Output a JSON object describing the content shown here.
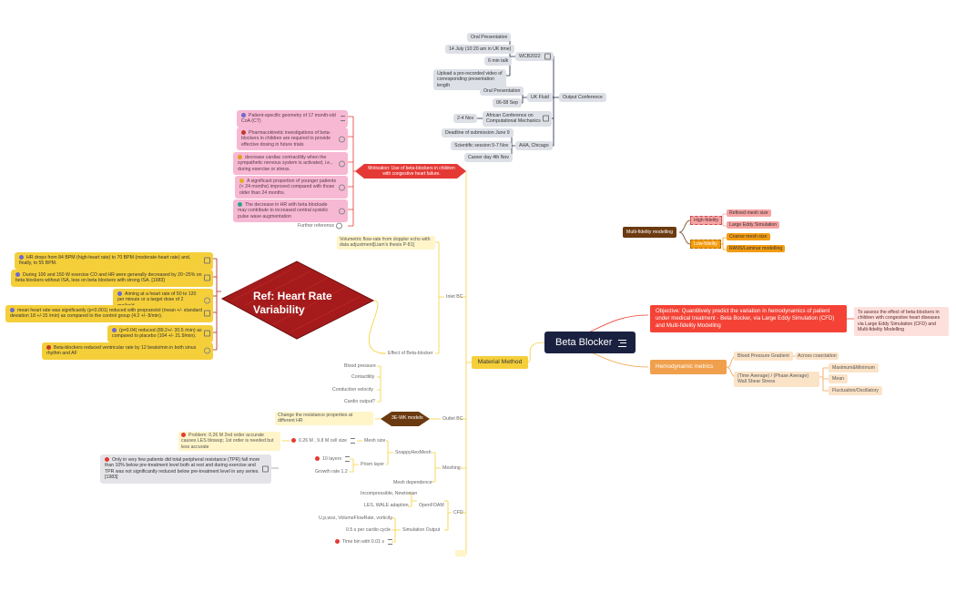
{
  "central": {
    "title": "Beta Blocker"
  },
  "output_conference": {
    "label": "Output Conference",
    "wcb": {
      "label": "WCB2022",
      "items": [
        "Oral Presentation",
        "14 July (10:20 am in UK time)",
        "6 min talk",
        "Upload a pre-recorded video of corresponding presentation length"
      ]
    },
    "uk_fluid": {
      "label": "UK Fluid",
      "items": [
        "Oral Presentation",
        "06-08 Sep"
      ]
    },
    "african": {
      "label": "African Conference on Computational Mechanics",
      "date": "2-4 Nov"
    },
    "aha": {
      "label": "AHA, Chicago",
      "items": [
        "Deadline of submission June 9",
        "Scientific session 5-7 Nov",
        "Career day 4th Nov"
      ]
    }
  },
  "multi_fidelity": {
    "label": "Multi-fidelity modelling",
    "high": {
      "label": "High-fidelity",
      "items": [
        "Refined mesh size",
        "Large Eddy Simulation"
      ]
    },
    "low": {
      "label": "Low-fidelity",
      "items": [
        "Coarse mesh size",
        "RANS/Laminar modelling"
      ]
    }
  },
  "objective": {
    "label": "Objective: Quantitively predict the variation in hemodynamics of patient under medical treatment - Beta Bocker, via Large Eddy Simulation (CFD) and Multi-fidelity Modelling",
    "detail": "To assess the effect of beta-blockers in children with congestive heart diseases via Large Eddy Simulation (CFD) and Multi-fidelity Modelling"
  },
  "hemodynamic": {
    "label": "Hemodynamic metrics",
    "bpg": "Blood Pressure Gradient",
    "bpg_child": "Across coarctation",
    "wss": "(Time Average) / (Phase Average) Wall Shear Stress",
    "wss_items": [
      "Maximum&Minimum",
      "Mean",
      "Fluctuation/Oscillatory"
    ]
  },
  "motivation": {
    "label": "Motivation:  Use of beta-blockers in children with congestive heart failure.",
    "items": [
      "Patient-specific geometry of 17 month-old CoA (CT)",
      "Pharmacokinetic investigations of beta-blockers in children are required to provide effective dosing in future trials",
      "decrease cardiac contractility when the sympathetic nervous system is activated, i.e., during exercise or stress.",
      "A significant proportion of younger patients (< 24 months) improved compared with those older than 24 months.",
      "The decrease in HR with beta blockade may contribute to increased central systolic pulse wave augmentation"
    ],
    "further": "Further reference"
  },
  "material_method": {
    "label": "Material Method"
  },
  "inlet_bc": {
    "label": "Inlet BC",
    "volumetric": "Volumetric flow-rate from doppler echo with data adjustment[Liam's thesis P-81]",
    "effect": "Effect of Beta-blocker",
    "effect_items": [
      "Blood pressure",
      "Contactility",
      "Conduction velocity",
      "Cardio output?"
    ]
  },
  "ref_hr": {
    "title": "Ref: Heart Rate Variability",
    "items": [
      "HR drops from 84 BPM (high-heart rate) to 70 BPM (moderate-heart rate) and, finally, to 55 BPM.",
      "During 100 and 150 W exercise CO and HR were generally decreased by 20~25% on beta blockers without ISA, less on beta blockers with strong ISA. [1983]",
      "Aiming at a heart rate of 50 to 120 per minute or a target dose of 2 mg/kg/d.",
      "mean heart rate was significantly (p<0.001) reduced with propranolol (mean +/- standard deviation 18 +/-15 /min) as compared to the control group (4.2 +/- 8/min).",
      "(p=0.04) reduced (89.2+/- 30.5 /min) as compared to placebo (104 +/- 21.9/min).",
      "Beta-blockers reduced ventricular rate by 12 beats/min in both sinus rhythm and AF"
    ]
  },
  "outlet_bc": {
    "label": "Outlet BC",
    "model": "3E-WK models",
    "resistance": "Change the resistance properties at different HR",
    "tpr_note": "Only in very few patients did total peripheral resistance (TPR) fall more than 10% below pre-treatment level both at rest and during exercise and TPR was not significantly reduced below pre-treatment level in any series.[1983]"
  },
  "meshing": {
    "label": "Meshing",
    "snappy": "SnappyHexMesh",
    "mesh_size": "Mesh size",
    "cell_size": "0.26 M ,  9.8 M cell size",
    "problem": "Problem: 0.26 M 2nd order accurate causes LES blowup; 1st order is needed but less accurate",
    "prism": "Prism layer",
    "layers": "10 layers",
    "growth": "Growth rate 1.2",
    "dependence": "Mesh dependence"
  },
  "cfd": {
    "label": "CFD",
    "openfoam": "OpenFOAM",
    "incompressible": "Incompressible, Newtonian",
    "les": "LES, WALE adaption",
    "sim_output": "Simulation Output",
    "outputs": [
      "U,p,wss, VolumeFlowRate, vorticity",
      "0.5 s per cardio cycle",
      "Time bin with 0.01 s"
    ]
  },
  "colors": {
    "central": "#1a2140",
    "material": "#f5cf3a",
    "objective": "#f44336",
    "hemodynamic": "#f0a04c",
    "motivation": "#e53935",
    "mf_node": "#6b3a11",
    "high_fid": "#f6a3a3",
    "low_fid": "#f39c12",
    "ref_hr": "#a51b1b"
  }
}
